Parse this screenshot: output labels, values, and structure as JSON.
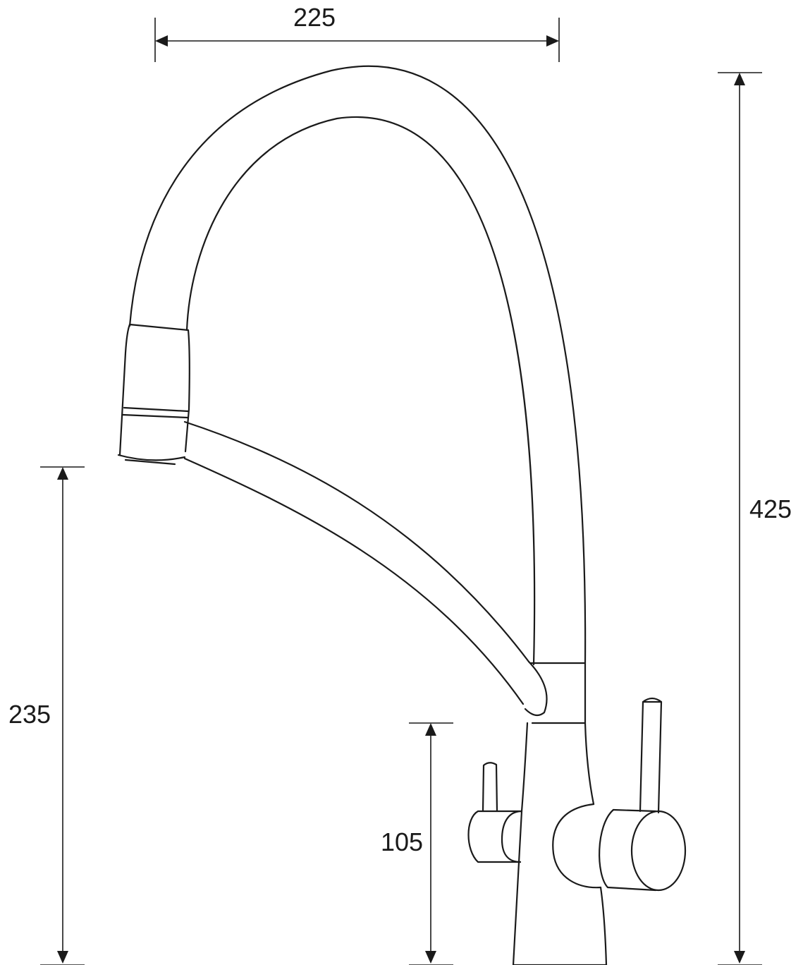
{
  "dimensions": {
    "width_top": "225",
    "height_total": "425",
    "height_spout": "235",
    "height_handle": "105"
  },
  "colors": {
    "line": "#1a1a1a",
    "background": "#ffffff"
  }
}
